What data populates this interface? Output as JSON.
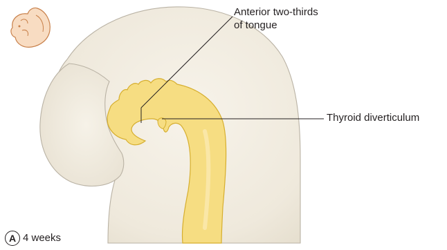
{
  "labels": {
    "anterior_line1": "Anterior two-thirds",
    "anterior_line2": "of tongue",
    "thyroid": "Thyroid diverticulum"
  },
  "panel": {
    "letter": "A",
    "stage": "4 weeks"
  },
  "colors": {
    "embryo_fill": "#f2ede2",
    "embryo_outline": "#b9b2a4",
    "pharynx_fill": "#f6dd82",
    "pharynx_outline": "#d6ae2e",
    "icon_fill": "#f8dcc2",
    "icon_outline": "#c8804a",
    "leader_line": "#231f20"
  }
}
